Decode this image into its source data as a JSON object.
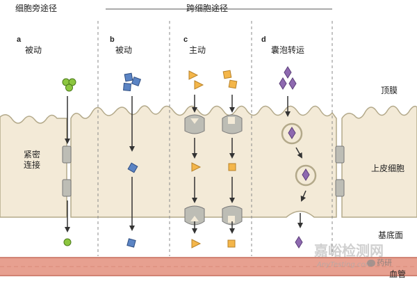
{
  "header": {
    "paracellular": "细胞旁途径",
    "transcellular": "跨细胞途径"
  },
  "panels": {
    "a": {
      "letter": "a",
      "mode": "被动"
    },
    "b": {
      "letter": "b",
      "mode": "被动"
    },
    "c": {
      "letter": "c",
      "mode": "主动"
    },
    "d": {
      "letter": "d",
      "mode": "囊泡转运"
    }
  },
  "labels": {
    "tight_junction_line1": "紧密",
    "tight_junction_line2": "连接",
    "apical": "顶膜",
    "epithelial_cell": "上皮细胞",
    "basal": "基底面",
    "blood_vessel": "血管"
  },
  "watermark": {
    "brand": "嘉峪检测网",
    "url": "AnyTesting.com",
    "badge": "药研"
  },
  "colors": {
    "cell_fill": "#f3ead7",
    "cell_outline": "#b3a98a",
    "blood_vessel": "#e7a090",
    "green_molecule": "#8cc63f",
    "blue_molecule": "#5b84c4",
    "orange_triangle": "#f4b64a",
    "orange_square": "#f4b64a",
    "purple_diamond": "#8e69b0",
    "transporter": "#bdbdb5"
  }
}
